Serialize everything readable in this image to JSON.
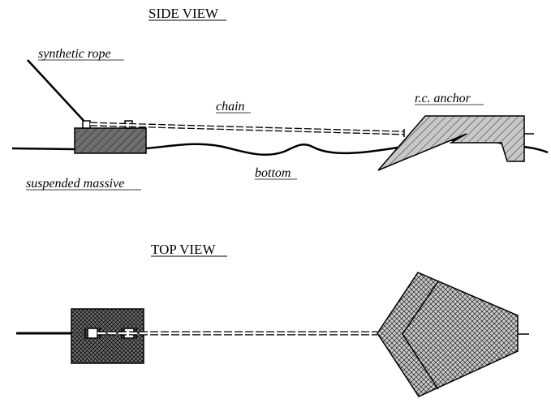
{
  "titles": {
    "side_view": "SIDE VIEW",
    "top_view": "TOP VIEW"
  },
  "labels": {
    "synthetic_rope": "synthetic rope",
    "chain": "chain",
    "rc_anchor": "r.c. anchor",
    "bottom": "bottom",
    "suspended_massive": "suspended massive"
  },
  "colors": {
    "line": "#000000",
    "massive_fill": "#6e6e6e",
    "anchor_fill": "#c8c8c8",
    "background": "#ffffff"
  }
}
